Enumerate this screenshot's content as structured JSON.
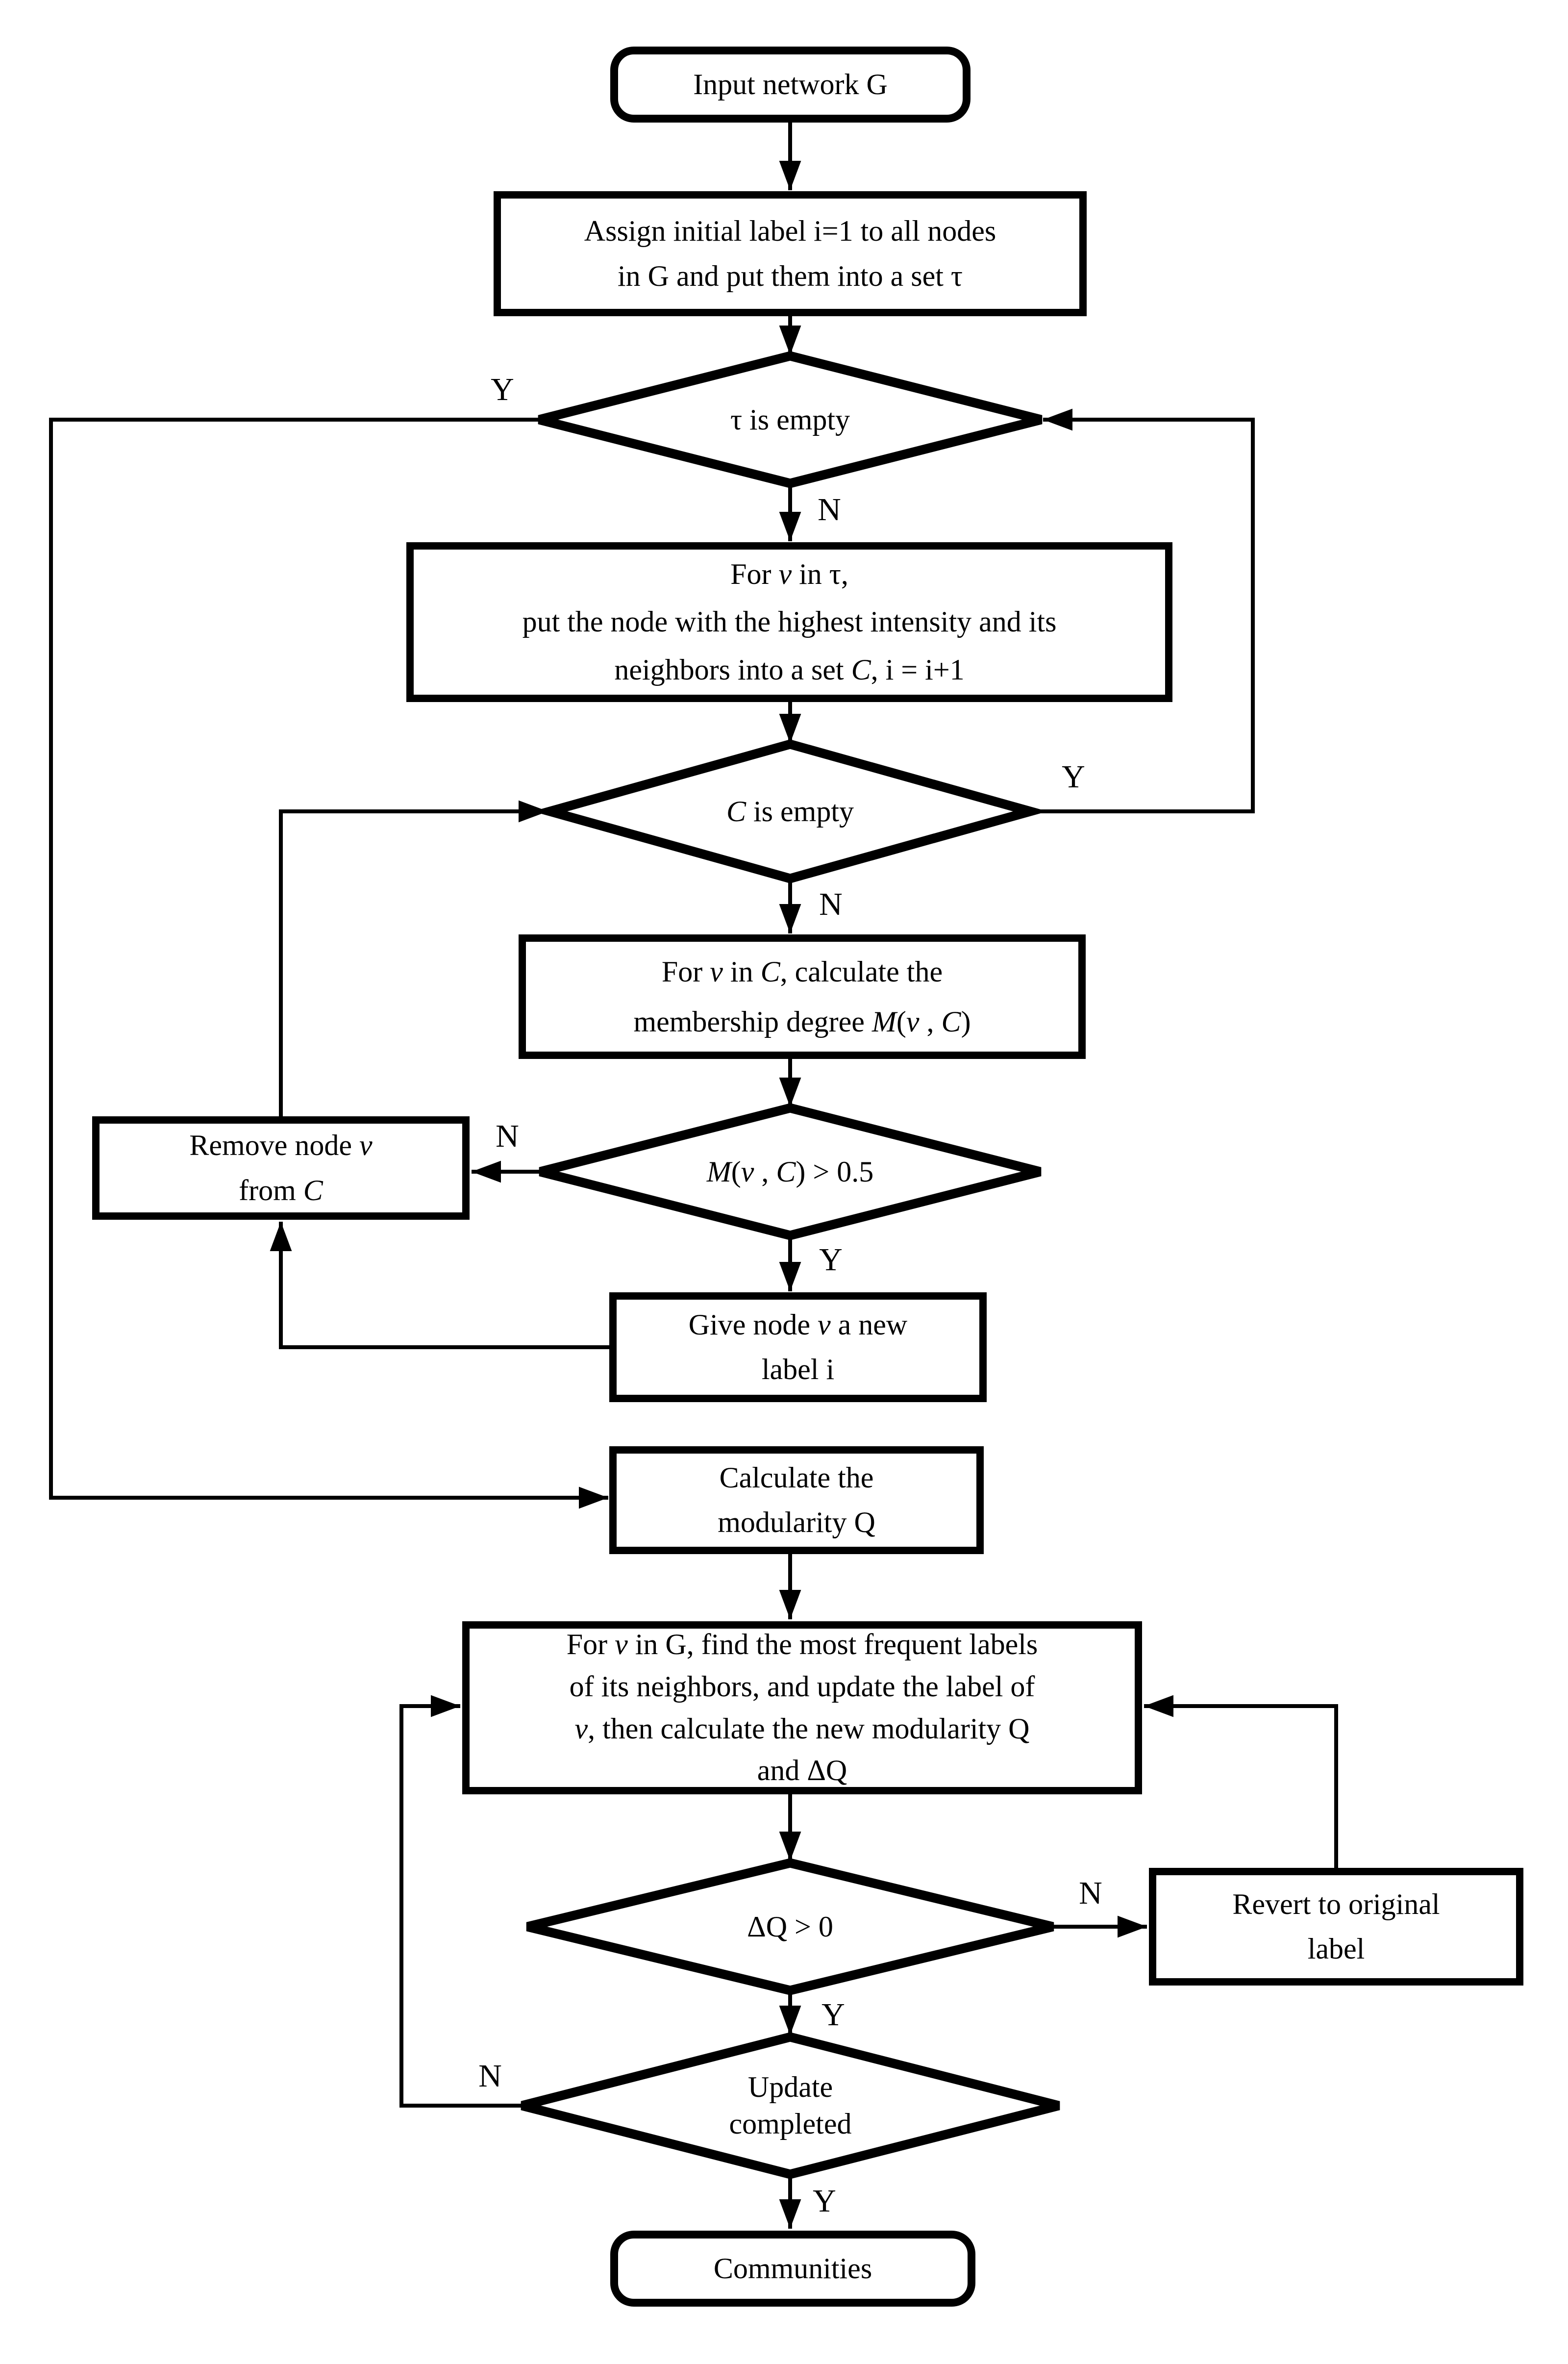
{
  "diagram": {
    "title": "Community detection flowchart",
    "colors": {
      "stroke": "#000000",
      "background": "#ffffff",
      "text": "#000000"
    },
    "nodes": {
      "input": {
        "type": "terminal",
        "lines": [
          [
            [
              "Input network G",
              0
            ]
          ]
        ]
      },
      "assign": {
        "type": "process",
        "lines": [
          [
            [
              "Assign initial label i=1 to all nodes",
              0
            ]
          ],
          [
            [
              "in G and put them into a set τ",
              0
            ]
          ]
        ]
      },
      "tau_empty": {
        "type": "decision",
        "lines": [
          [
            [
              "τ is empty",
              0
            ]
          ]
        ]
      },
      "for_v_tau": {
        "type": "process",
        "lines": [
          [
            [
              "For ",
              0
            ],
            [
              "v",
              1
            ],
            [
              " in τ,",
              0
            ]
          ],
          [
            [
              "put the node with the highest intensity and its",
              0
            ]
          ],
          [
            [
              "neighbors into a set ",
              0
            ],
            [
              "C",
              2
            ],
            [
              ", i = i+1",
              0
            ]
          ]
        ]
      },
      "c_empty": {
        "type": "decision",
        "lines": [
          [
            [
              "C",
              2
            ],
            [
              " is empty",
              0
            ]
          ]
        ]
      },
      "for_v_c": {
        "type": "process",
        "lines": [
          [
            [
              "For ",
              0
            ],
            [
              "v",
              1
            ],
            [
              " in ",
              0
            ],
            [
              "C",
              2
            ],
            [
              ", calculate the",
              0
            ]
          ],
          [
            [
              "membership degree ",
              0
            ],
            [
              "M",
              1
            ],
            [
              "(",
              0
            ],
            [
              "v",
              1
            ],
            [
              " , ",
              0
            ],
            [
              "C",
              2
            ],
            [
              ")",
              0
            ]
          ]
        ]
      },
      "membership": {
        "type": "decision",
        "lines": [
          [
            [
              "M",
              1
            ],
            [
              "(",
              0
            ],
            [
              "v",
              1
            ],
            [
              " , ",
              0
            ],
            [
              "C",
              2
            ],
            [
              ") > 0.5",
              0
            ]
          ]
        ]
      },
      "remove_node": {
        "type": "process",
        "lines": [
          [
            [
              "Remove node ",
              0
            ],
            [
              "v",
              1
            ]
          ],
          [
            [
              "from ",
              0
            ],
            [
              "C",
              2
            ]
          ]
        ]
      },
      "give_label": {
        "type": "process",
        "lines": [
          [
            [
              "Give node ",
              0
            ],
            [
              "v",
              1
            ],
            [
              " a new",
              0
            ]
          ],
          [
            [
              "label i",
              0
            ]
          ]
        ]
      },
      "calc_q": {
        "type": "process",
        "lines": [
          [
            [
              "Calculate the",
              0
            ]
          ],
          [
            [
              "modularity Q",
              0
            ]
          ]
        ]
      },
      "update_labels": {
        "type": "process",
        "lines": [
          [
            [
              "For ",
              0
            ],
            [
              "v",
              1
            ],
            [
              " in G, find the most frequent labels",
              0
            ]
          ],
          [
            [
              "of its neighbors, and update the label of",
              0
            ]
          ],
          [
            [
              "v",
              1
            ],
            [
              ", then calculate the new modularity Q",
              0
            ]
          ],
          [
            [
              "and ΔQ",
              0
            ]
          ]
        ]
      },
      "dq_positive": {
        "type": "decision",
        "lines": [
          [
            [
              "ΔQ > 0",
              0
            ]
          ]
        ]
      },
      "revert": {
        "type": "process",
        "lines": [
          [
            [
              "Revert to original",
              0
            ]
          ],
          [
            [
              "label",
              0
            ]
          ]
        ]
      },
      "update_done": {
        "type": "decision",
        "lines": [
          [
            [
              "Update",
              0
            ]
          ],
          [
            [
              "completed",
              0
            ]
          ]
        ]
      },
      "communities": {
        "type": "terminal",
        "lines": [
          [
            [
              "Communities",
              0
            ]
          ]
        ]
      }
    },
    "branch_labels": {
      "tau_empty_yes": "Y",
      "tau_empty_no": "N",
      "c_empty_yes": "Y",
      "c_empty_no": "N",
      "membership_no": "N",
      "membership_yes": "Y",
      "dq_no": "N",
      "dq_yes": "Y",
      "update_no": "N",
      "update_yes": "Y"
    },
    "edges": [
      {
        "from": "input",
        "to": "assign",
        "label": ""
      },
      {
        "from": "assign",
        "to": "tau_empty",
        "label": ""
      },
      {
        "from": "tau_empty",
        "to": "for_v_tau",
        "label": "N"
      },
      {
        "from": "tau_empty",
        "to": "calc_q",
        "label": "Y"
      },
      {
        "from": "for_v_tau",
        "to": "c_empty",
        "label": ""
      },
      {
        "from": "c_empty",
        "to": "for_v_c",
        "label": "N"
      },
      {
        "from": "c_empty",
        "to": "tau_empty",
        "label": "Y"
      },
      {
        "from": "for_v_c",
        "to": "membership",
        "label": ""
      },
      {
        "from": "membership",
        "to": "remove_node",
        "label": "N"
      },
      {
        "from": "membership",
        "to": "give_label",
        "label": "Y"
      },
      {
        "from": "give_label",
        "to": "remove_node",
        "label": ""
      },
      {
        "from": "remove_node",
        "to": "c_empty",
        "label": ""
      },
      {
        "from": "calc_q",
        "to": "update_labels",
        "label": ""
      },
      {
        "from": "update_labels",
        "to": "dq_positive",
        "label": ""
      },
      {
        "from": "dq_positive",
        "to": "revert",
        "label": "N"
      },
      {
        "from": "revert",
        "to": "update_labels",
        "label": ""
      },
      {
        "from": "dq_positive",
        "to": "update_done",
        "label": "Y"
      },
      {
        "from": "update_done",
        "to": "update_labels",
        "label": "N"
      },
      {
        "from": "update_done",
        "to": "communities",
        "label": "Y"
      }
    ]
  }
}
